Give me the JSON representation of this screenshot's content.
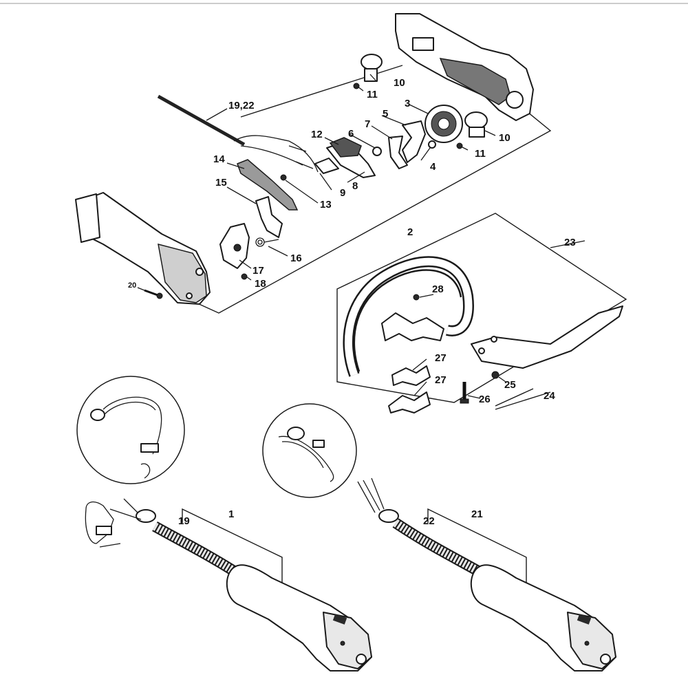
{
  "labels": {
    "l1": "1",
    "l2": "2",
    "l3": "3",
    "l4": "4",
    "l5": "5",
    "l6": "6",
    "l7": "7",
    "l8": "8",
    "l9": "9",
    "l10a": "10",
    "l10b": "10",
    "l11a": "11",
    "l11b": "11",
    "l12": "12",
    "l13": "13",
    "l14": "14",
    "l15": "15",
    "l16": "16",
    "l17": "17",
    "l18": "18",
    "l19a": "19,22",
    "l19b": "19",
    "l20": "20",
    "l21": "21",
    "l22": "22",
    "l23": "23",
    "l24": "24",
    "l25": "25",
    "l26": "26",
    "l27a": "27",
    "l27b": "27",
    "l28": "28"
  }
}
